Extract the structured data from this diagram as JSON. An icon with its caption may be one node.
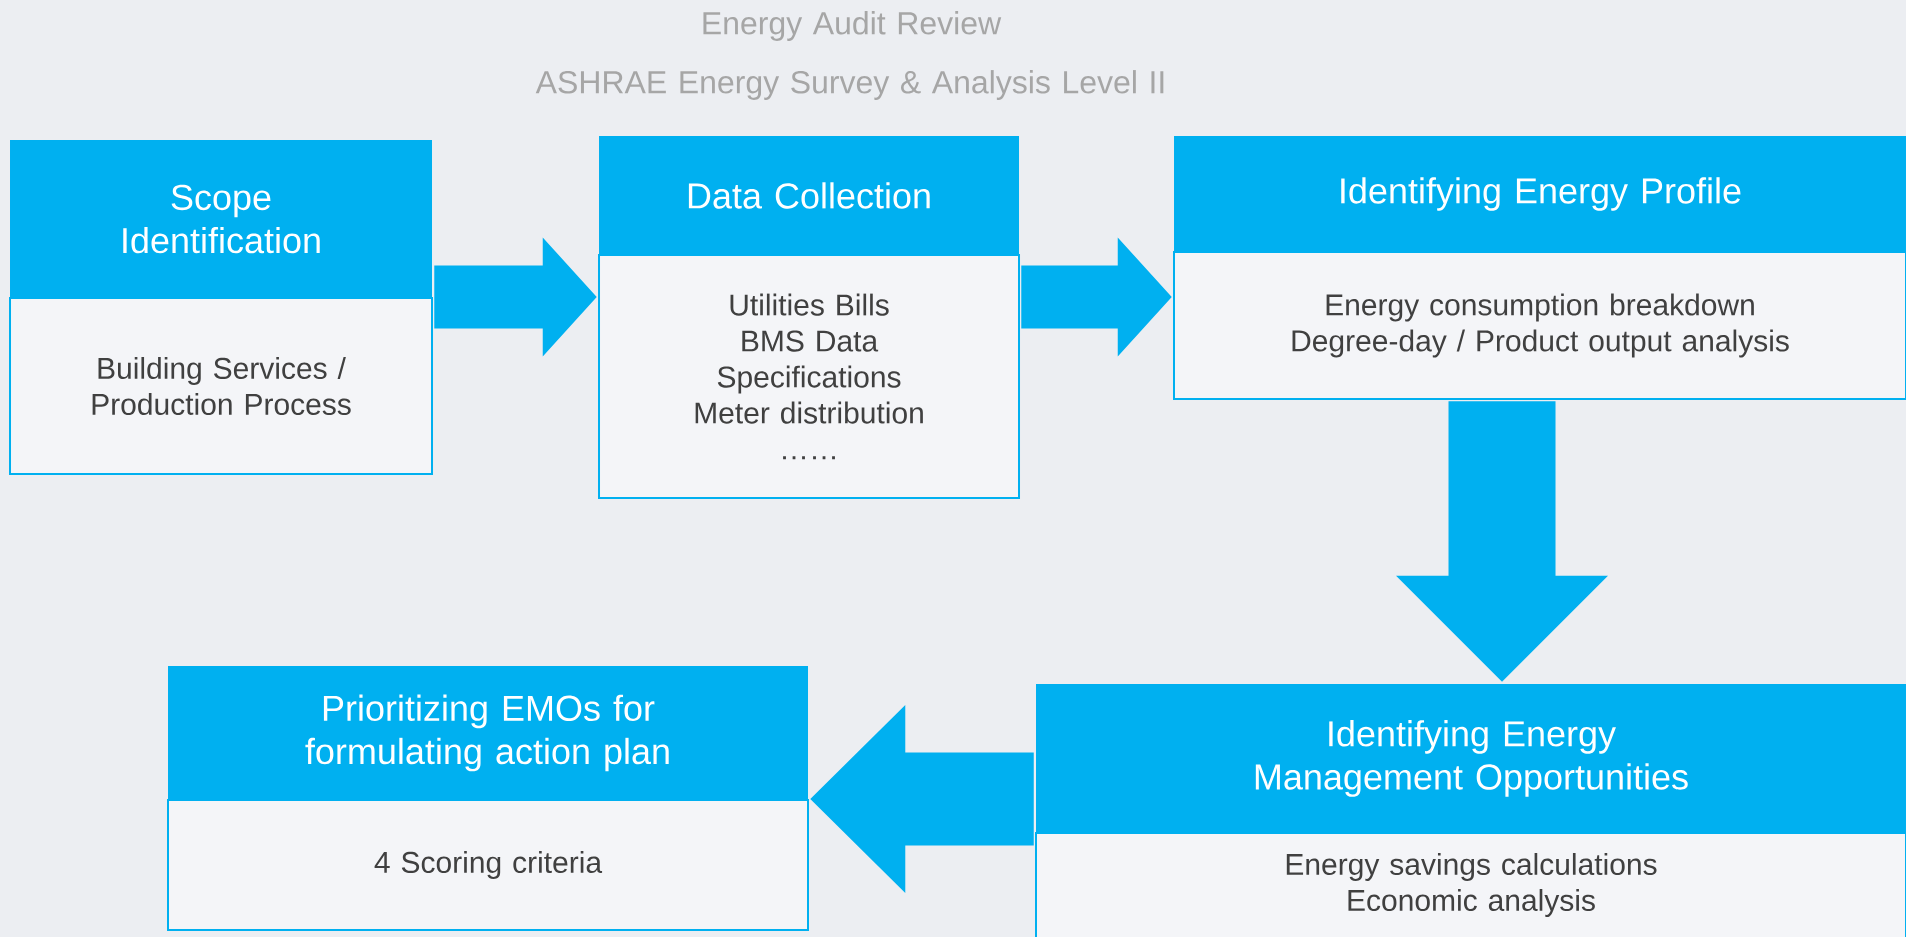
{
  "diagram": {
    "title": "Energy Audit Review",
    "nodes": [
      {
        "text": [
          "Scope Identification",
          "Building Services /",
          "Production Process"
        ]
      },
      {
        "text": [
          "Data Collection",
          "Utilities Bills",
          "BMS Data",
          "Specifications",
          "Meter distribution",
          "……"
        ]
      },
      {
        "text": [
          "Identifying Energy Profile",
          "Energy consumption breakdown",
          "Degree-day / Product output analysis"
        ]
      },
      {
        "text": [
          "Prioritizing EMOs for formulating action plan",
          "4 Scoring criteria"
        ]
      },
      {
        "text": [
          "Identifying Energy Management Opportunities",
          "Energy savings calculations",
          "Economic analysis"
        ]
      }
    ],
    "edges": [
      {
        "from": 0,
        "to": 1,
        "arrow": "to"
      },
      {
        "from": 1,
        "to": 2,
        "arrow": "to"
      },
      {
        "from": 2,
        "to": 4,
        "arrow": "to"
      },
      {
        "from": 4,
        "to": 3,
        "arrow": "to"
      }
    ],
    "labels": [
      "ASHRAE Energy Survey & Analysis Level II"
    ]
  }
}
